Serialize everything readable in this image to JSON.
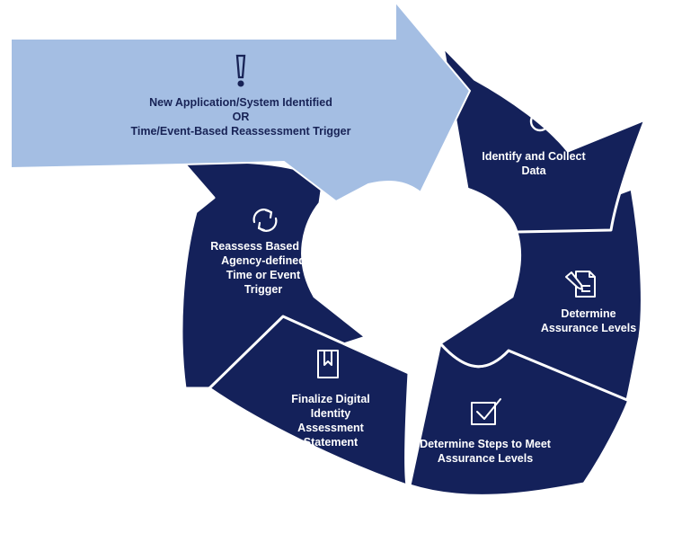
{
  "colors": {
    "segment": "#14215a",
    "trigger_arrow": "#a4bee3",
    "segment_text": "#ffffff",
    "trigger_text": "#182356"
  },
  "trigger": {
    "icon": "exclamation-icon",
    "line1": "New Application/System Identified",
    "line2": "OR",
    "line3": "Time/Event-Based Reassessment Trigger"
  },
  "steps": [
    {
      "icon": "magnifier-icon",
      "line1": "Identify and Collect",
      "line2": "Data"
    },
    {
      "icon": "document-pen-icon",
      "line1": "Determine",
      "line2": "Assurance Levels"
    },
    {
      "icon": "checkbox-icon",
      "line1": "Determine Steps to Meet",
      "line2": "Assurance Levels"
    },
    {
      "icon": "bookmark-icon",
      "line1": "Finalize Digital",
      "line2": "Identity",
      "line3": "Assessment",
      "line4": "Statement"
    },
    {
      "icon": "refresh-icon",
      "line1": "Reassess Based on",
      "line2": "Agency-defined",
      "line3": "Time or Event",
      "line4": "Trigger"
    }
  ]
}
